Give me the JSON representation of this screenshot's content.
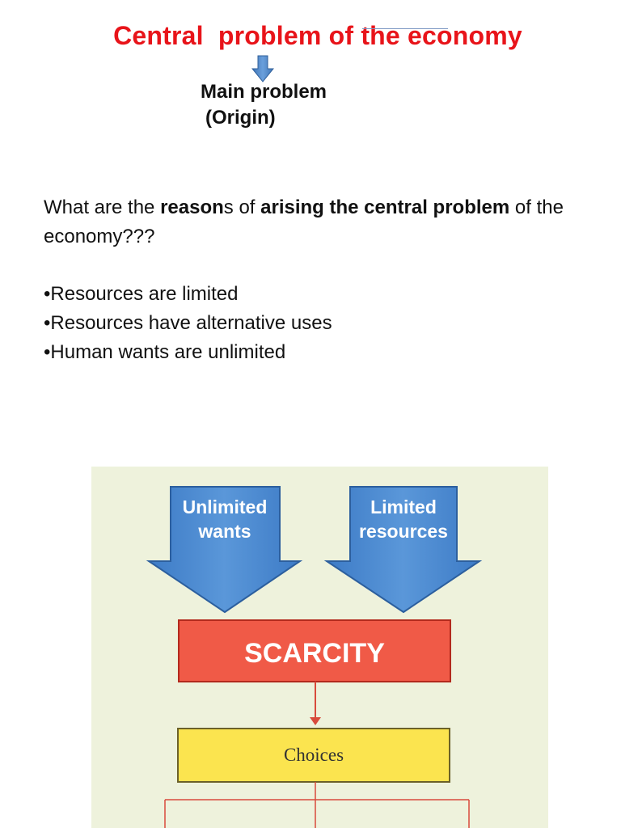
{
  "slide": {
    "title": "Central  problem of the economy",
    "subtitle_line1": "Main problem",
    "subtitle_line2": "(Origin)",
    "question": {
      "part1": "What are the ",
      "bold1": "reason",
      "part2": "s of ",
      "bold2": "arising the central problem",
      "part3": " of the economy???"
    },
    "bullets": [
      "•Resources are limited",
      "•Resources have alternative uses",
      "•Human wants are unlimited"
    ]
  },
  "diagram": {
    "arrow_left_line1": "Unlimited",
    "arrow_left_line2": "wants",
    "arrow_right_line1": "Limited",
    "arrow_right_line2": "resources",
    "scarcity_label": "SCARCITY",
    "choices_label": "Choices"
  },
  "colors": {
    "accent": "#e8141a",
    "arrow_blue": "#4a86c8",
    "scarcity_red": "#f05a47",
    "choices_yellow": "#fbe44f",
    "figure_bg": "#eef2dc"
  },
  "icons": {
    "down_arrow": "down-arrow-icon"
  }
}
